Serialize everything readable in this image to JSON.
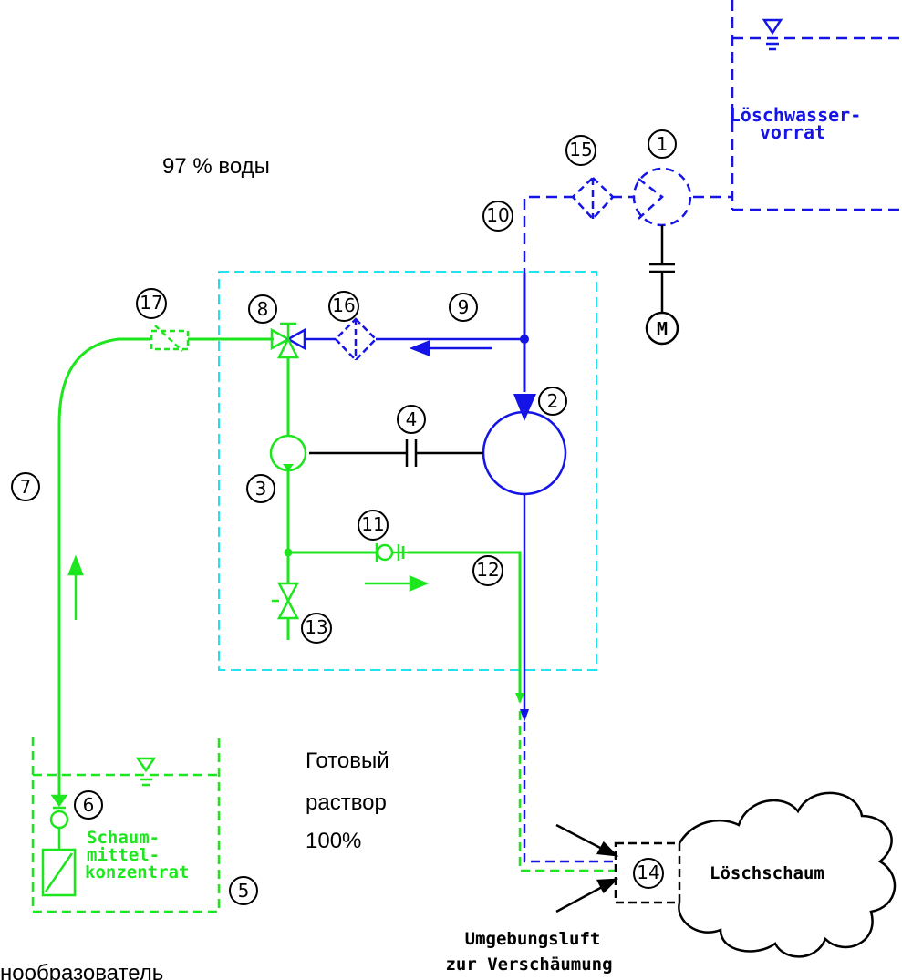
{
  "colors": {
    "water": "#1414e6",
    "foam_concentrate": "#1ee61e",
    "proportioner_frame": "#21e3f0",
    "line": "#000000"
  },
  "annotations": {
    "water_share": "97 % воды",
    "ready_solution": [
      "Готовый",
      "раствор",
      "100%"
    ],
    "foam_generator": "нообразователь"
  },
  "labels": {
    "water_reservoir": [
      "Löschwasser-",
      "vorrat"
    ],
    "foam_concentrate": [
      "Schaum-",
      "mittel-",
      "konzentrat"
    ],
    "foam": "Löschschaum",
    "ambient_air": [
      "Umgebungsluft",
      "zur Verschäumung"
    ],
    "motor": "M"
  },
  "markers": [
    "1",
    "2",
    "3",
    "4",
    "5",
    "6",
    "7",
    "8",
    "9",
    "10",
    "11",
    "12",
    "13",
    "14",
    "15",
    "16",
    "17"
  ]
}
